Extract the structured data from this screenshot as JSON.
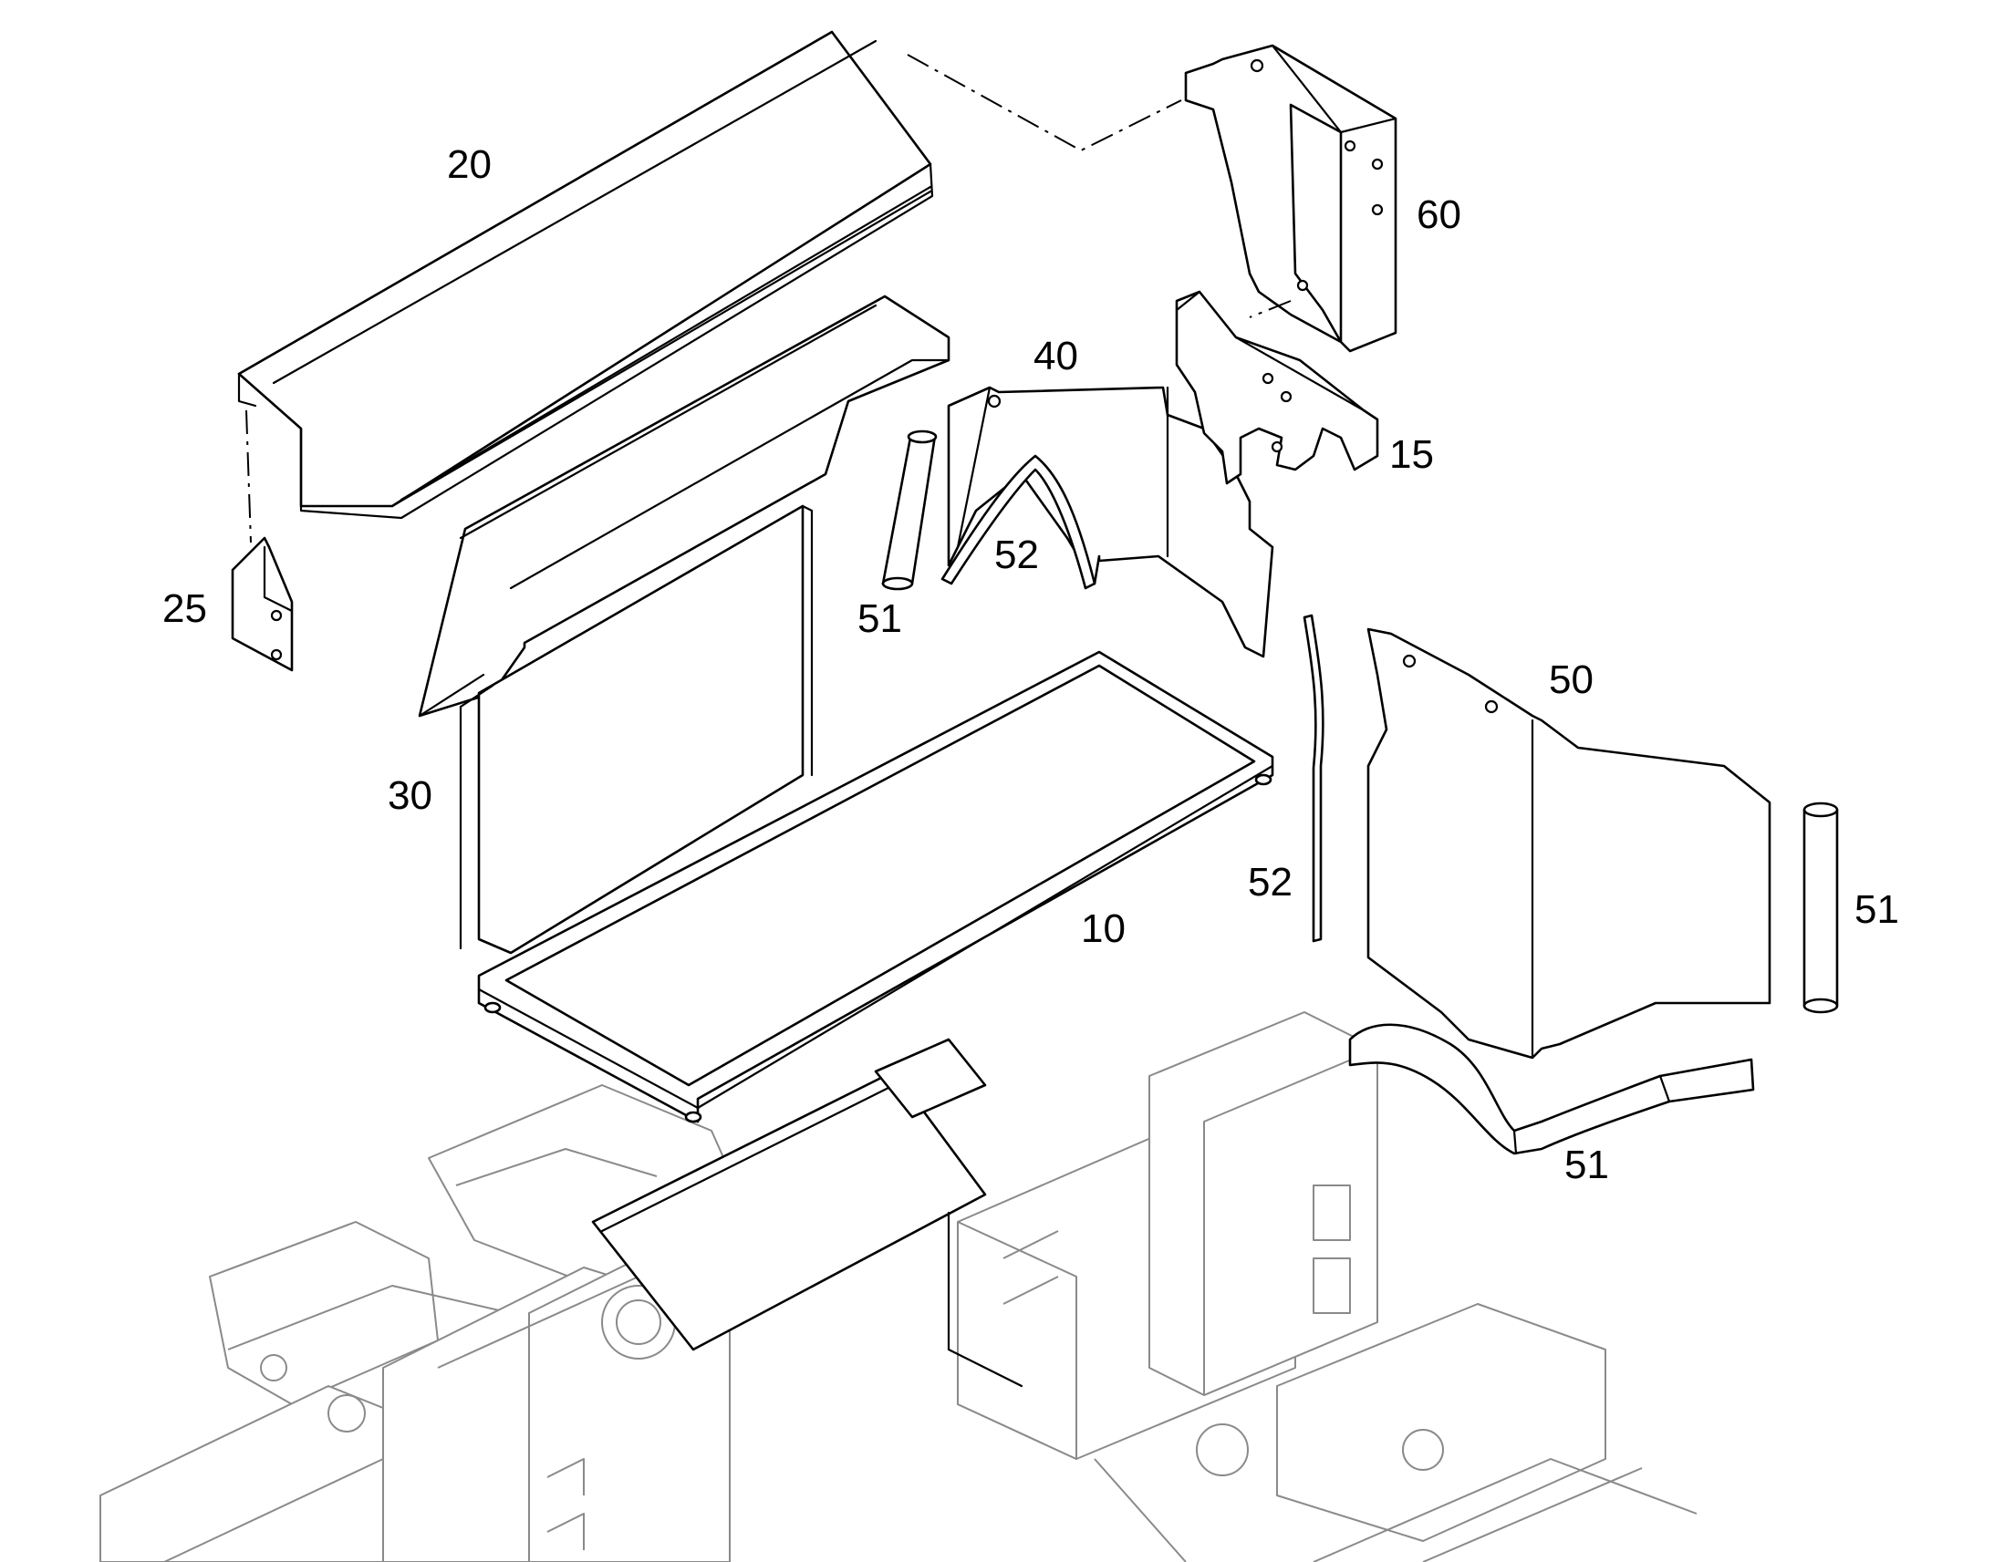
{
  "callouts": {
    "c20": "20",
    "c60": "60",
    "c40": "40",
    "c15": "15",
    "c25": "25",
    "c52a": "52",
    "c51a": "51",
    "c50": "50",
    "c30": "30",
    "c52b": "52",
    "c10": "10",
    "c51b": "51",
    "c51c": "51"
  },
  "colors": {
    "line": "#000000",
    "frame": "#8a8a8a",
    "background": "#ffffff"
  }
}
